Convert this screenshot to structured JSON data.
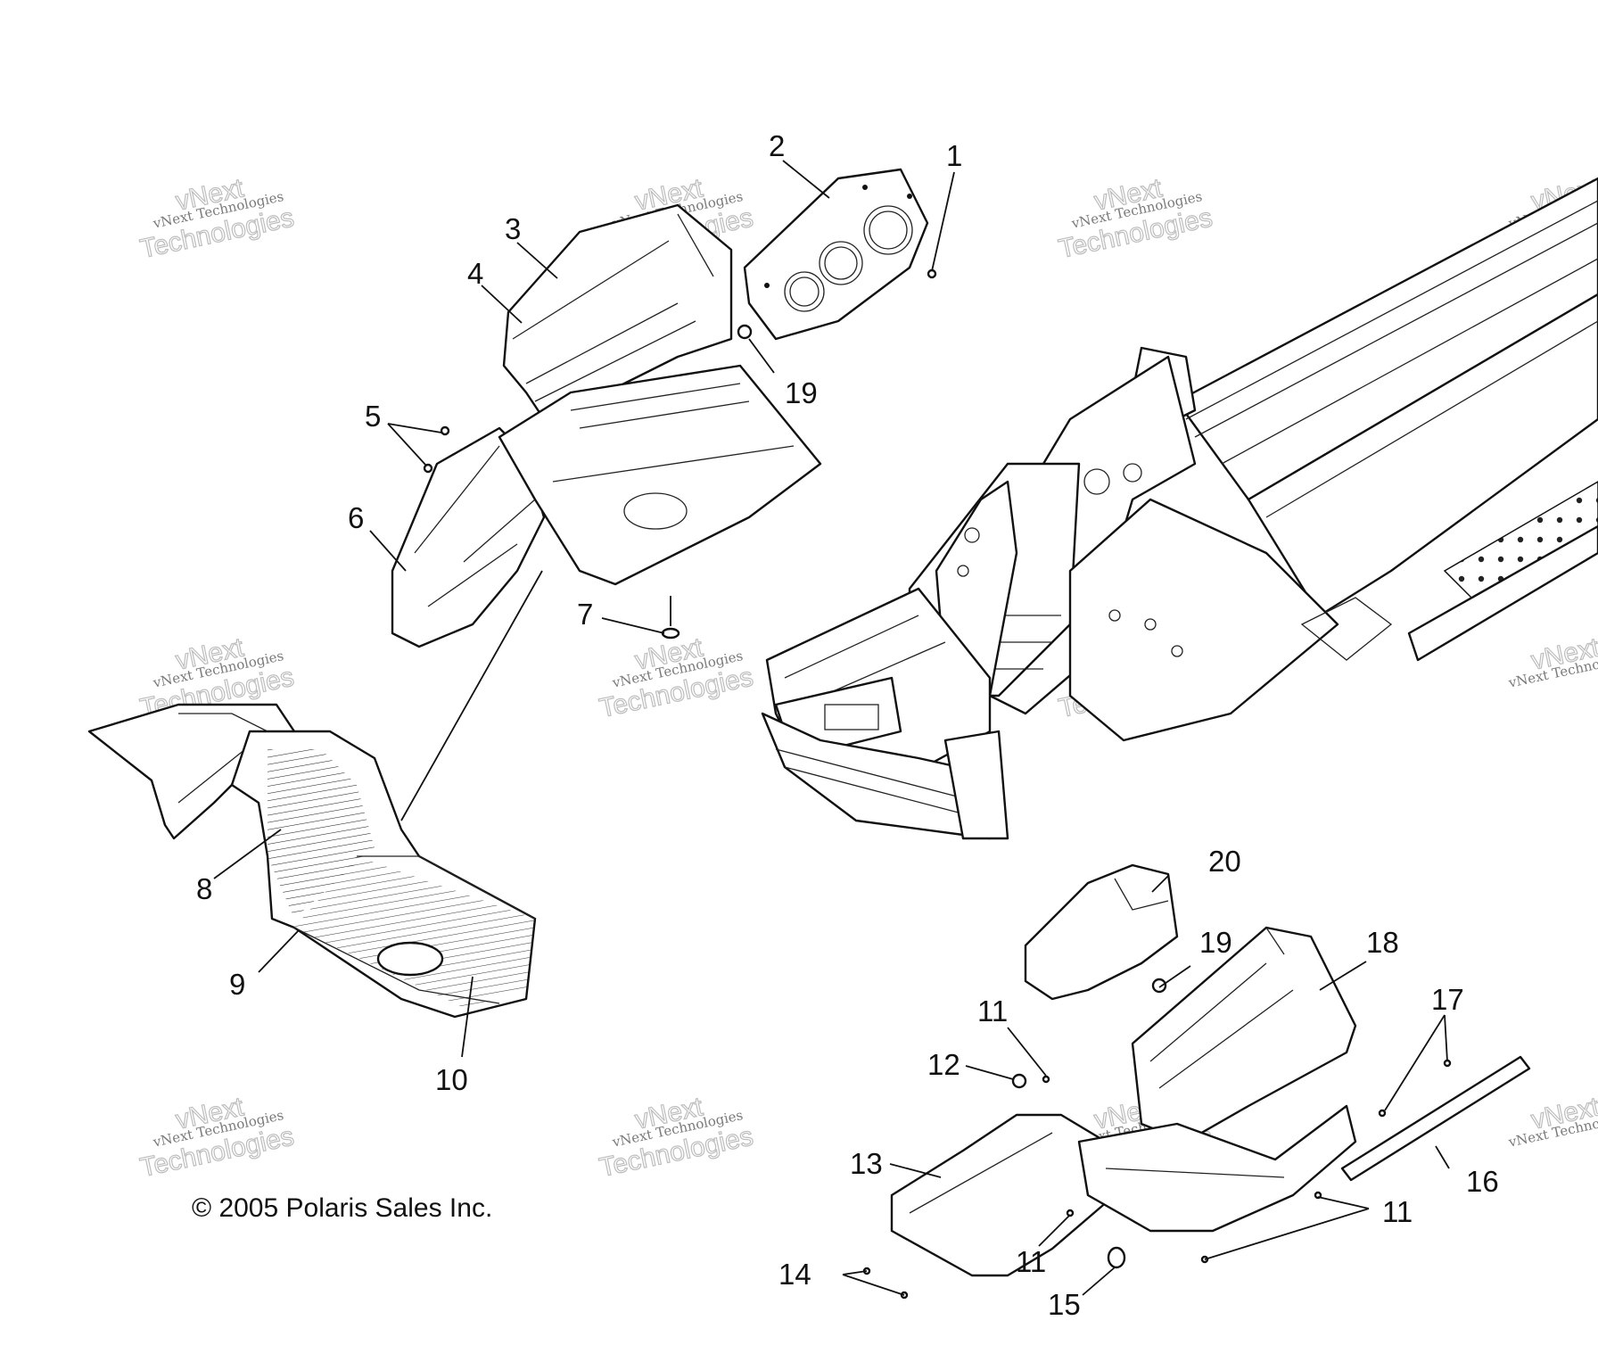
{
  "copyright": "© 2005 Polaris Sales Inc.",
  "watermark": {
    "small": "vNext Technologies",
    "big_top": "vNext",
    "big_bottom": "Technologies"
  },
  "callouts": {
    "c1": "1",
    "c2": "2",
    "c3": "3",
    "c4": "4",
    "c5": "5",
    "c6": "6",
    "c7": "7",
    "c8": "8",
    "c9": "9",
    "c10": "10",
    "c11a": "11",
    "c11b": "11",
    "c11c": "11",
    "c12": "12",
    "c13": "13",
    "c14": "14",
    "c15": "15",
    "c16": "16",
    "c17": "17",
    "c18": "18",
    "c19a": "19",
    "c19b": "19",
    "c20": "20"
  },
  "colors": {
    "line": "#111111",
    "watermark": "#7a7a7a",
    "background": "#ffffff"
  }
}
